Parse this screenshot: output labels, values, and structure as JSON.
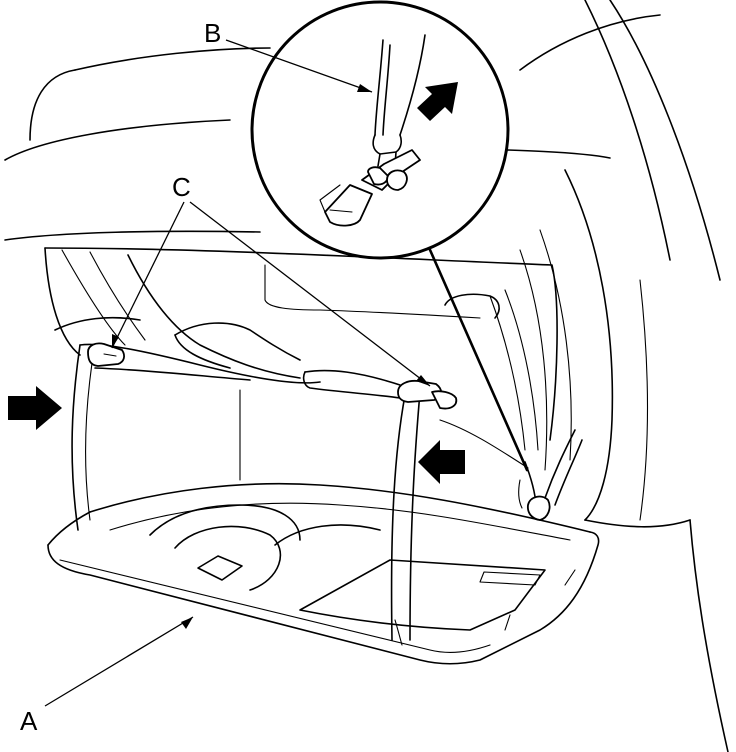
{
  "labels": {
    "a": "A",
    "b": "B",
    "c": "C"
  },
  "colors": {
    "line": "#000000",
    "background": "#ffffff"
  },
  "icons": [
    "push-arrow-icon",
    "pull-arrow-icon"
  ]
}
